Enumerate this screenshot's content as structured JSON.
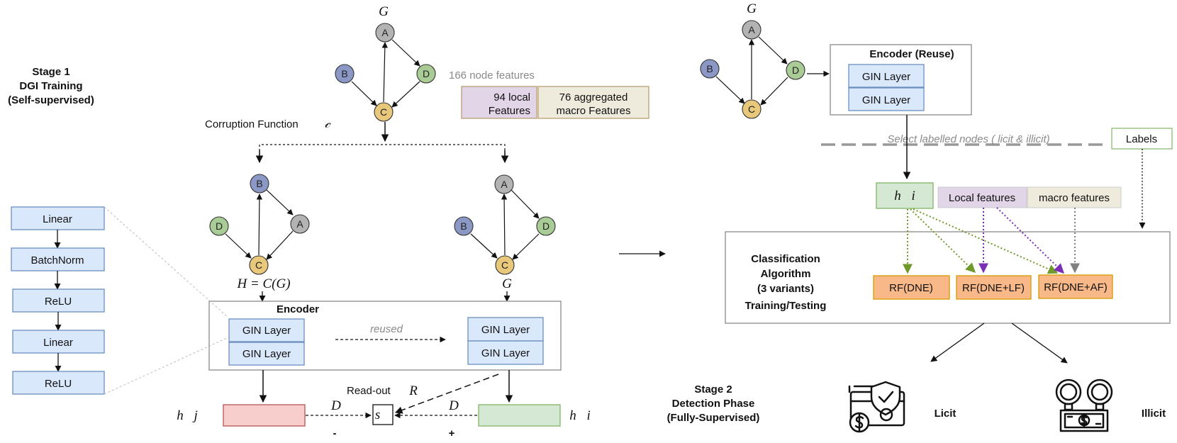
{
  "colors": {
    "node_a": "#b3b3b3",
    "node_b": "#8b98c6",
    "node_c": "#e8c87a",
    "node_d": "#a9cb96",
    "layer_fill": "#dae8fc",
    "layer_stroke": "#6c8ebf",
    "neg_fill": "#f8cecc",
    "neg_stroke": "#b85450",
    "pos_fill": "#d5e8d4",
    "pos_stroke": "#82b366",
    "rf_fill": "#f9b888",
    "rf_stroke": "#d79b00",
    "local_fill": "#e1d5e7",
    "macro_fill": "#eeebdc",
    "green_arrow": "#6f9a2a",
    "purple_arrow": "#7b2fb5",
    "gray_arrow": "#808080"
  },
  "icons": [
    "shield-card-money-icon",
    "handcuffs-money-icon"
  ],
  "stage1": {
    "title_line1": "Stage 1",
    "title_line2": "DGI Training",
    "title_line3": "(Self-supervised)"
  },
  "mlp": {
    "layers": [
      "Linear",
      "BatchNorm",
      "ReLU",
      "Linear",
      "ReLU"
    ]
  },
  "graph": {
    "label": "G",
    "nodes": [
      "A",
      "B",
      "C",
      "D"
    ]
  },
  "features": {
    "caption": "166 node features",
    "local_line1": "94 local",
    "local_line2": "Features",
    "macro_line1": "76 aggregated",
    "macro_line2": "macro Features"
  },
  "corruption": {
    "label": "Corruption Function",
    "symbol": "𝒸"
  },
  "corrupted_graph": {
    "label": "H = C(G)"
  },
  "clean_graph": {
    "label": "G"
  },
  "encoder": {
    "title": "Encoder",
    "layer": "GIN Layer",
    "reused": "reused"
  },
  "readout": {
    "label": "Read-out",
    "symbol": "R",
    "summary": "s⃗",
    "discriminator": "D",
    "neg_sign": "-",
    "pos_sign": "+",
    "neg_embedding": "h⃗j",
    "pos_embedding": "h⃗i"
  },
  "stage2_graph": {
    "label": "G"
  },
  "encoder_reuse": {
    "title": "Encoder (Reuse)",
    "layer": "GIN Layer"
  },
  "selection": {
    "text": "Select labelled nodes ( licit & illicit)",
    "labels": "Labels"
  },
  "stage2_inputs": {
    "embedding": "h⃗i",
    "local": "Local features",
    "macro": "macro features"
  },
  "classification": {
    "line1": "Classification",
    "line2": "Algorithm",
    "line3": "(3 variants)",
    "line4": "Training/Testing",
    "variants": [
      "RF(DNE)",
      "RF(DNE+LF)",
      "RF(DNE+AF)"
    ]
  },
  "stage2": {
    "title_line1": "Stage 2",
    "title_line2": "Detection Phase",
    "title_line3": "(Fully-Supervised)"
  },
  "outputs": {
    "licit": "Licit",
    "illicit": "Illicit"
  }
}
